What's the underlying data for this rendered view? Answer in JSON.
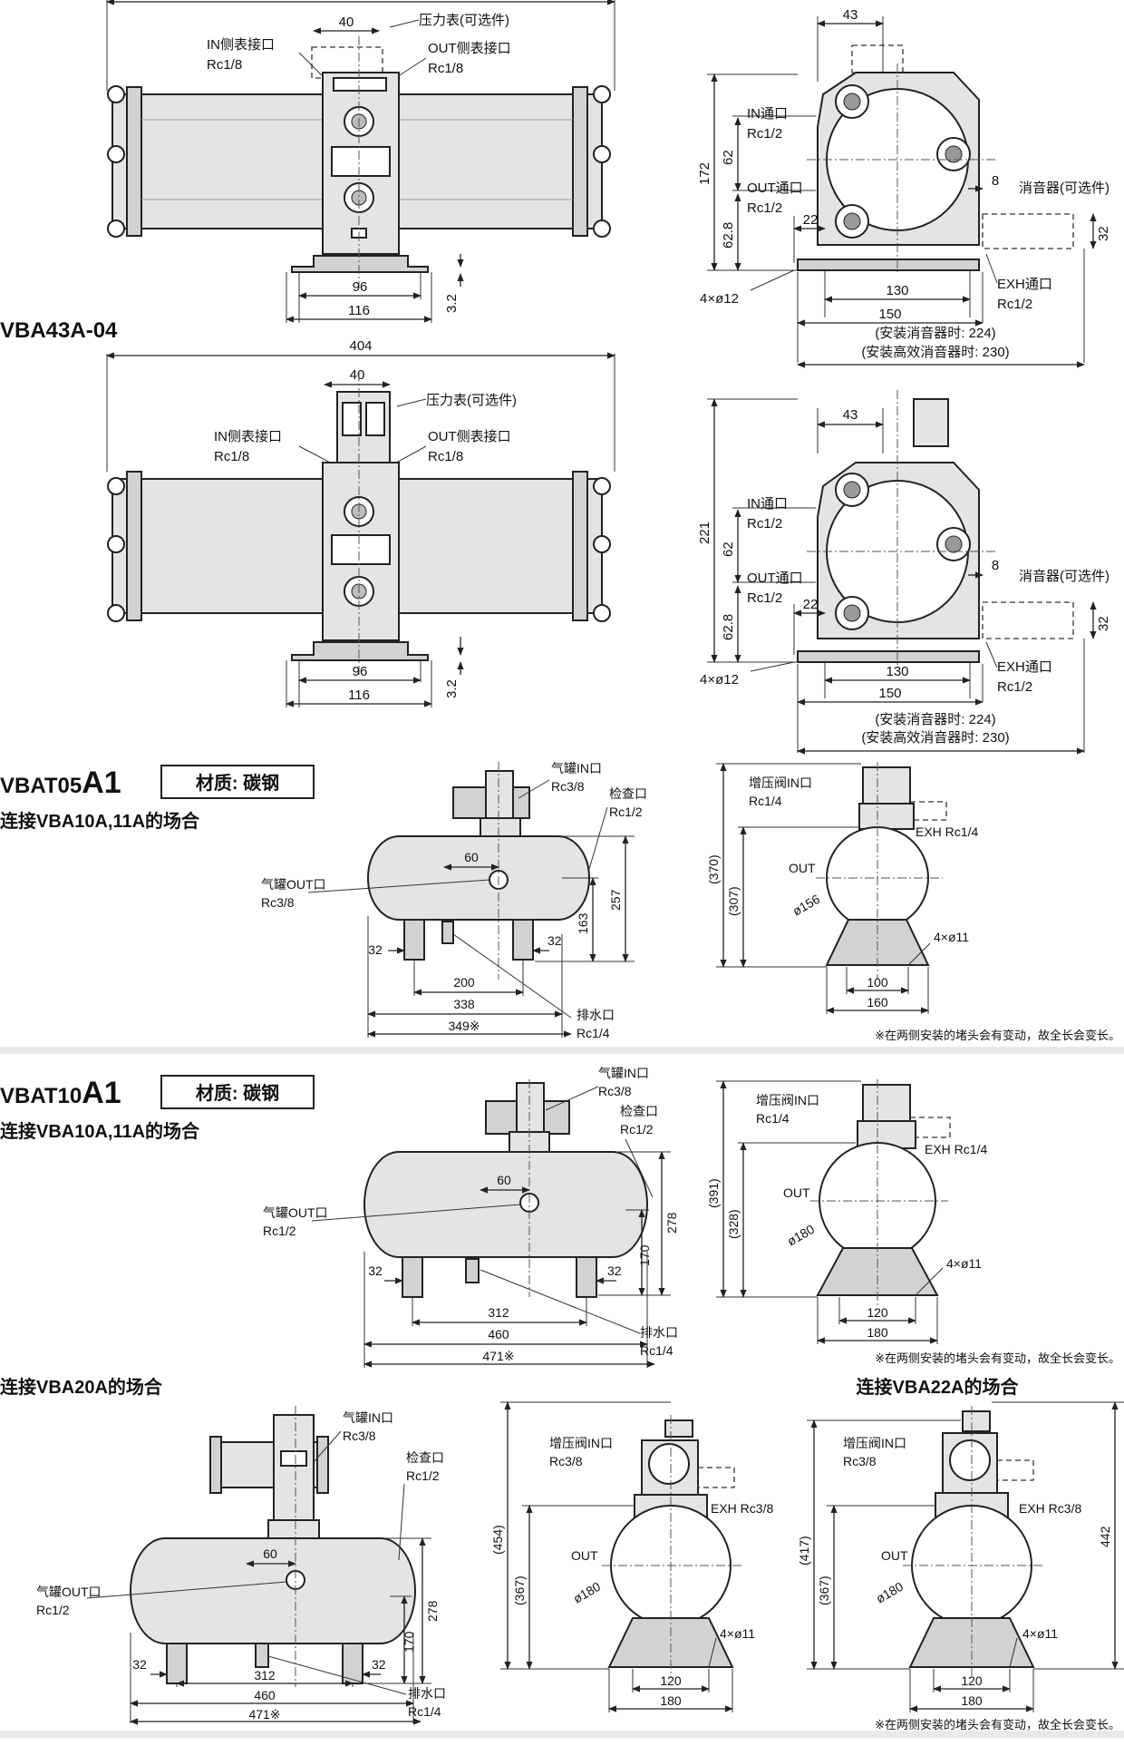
{
  "sections": {
    "vba43a": {
      "title": "VBA43A-04",
      "front": {
        "dim_top": "404",
        "dim_40": "40",
        "gauge": "压力表(可选件)",
        "in_gauge": "IN侧表接口",
        "in_gauge_sz": "Rc1/8",
        "out_gauge": "OUT侧表接口",
        "out_gauge_sz": "Rc1/8",
        "dim_96": "96",
        "dim_116": "116",
        "dim_32h": "3.2"
      },
      "side": {
        "dim_43": "43",
        "dim_221": "221",
        "dim_62": "62",
        "dim_628": "62.8",
        "dim_22": "22",
        "dim_8": "8",
        "in_port": "IN通口",
        "in_sz": "Rc1/2",
        "out_port": "OUT通口",
        "out_sz": "Rc1/2",
        "silencer": "消音器(可选件)",
        "dim_32": "32",
        "holes": "4×ø12",
        "dim_130": "130",
        "dim_150": "150",
        "exh": "EXH通口",
        "exh_sz": "Rc1/2",
        "note1": "(安装消音器时: 224)",
        "note2": "(安装高效消音器时: 230)"
      }
    },
    "top": {
      "front": {
        "dim_40": "40",
        "gauge": "压力表(可选件)",
        "in_gauge": "IN侧表接口",
        "in_gauge_sz": "Rc1/8",
        "out_gauge": "OUT侧表接口",
        "out_gauge_sz": "Rc1/8",
        "dim_96": "96",
        "dim_116": "116",
        "dim_32h": "3.2"
      },
      "side": {
        "dim_43": "43",
        "dim_172": "172",
        "dim_62": "62",
        "dim_628": "62.8",
        "dim_22": "22",
        "dim_8": "8",
        "in_port": "IN通口",
        "in_sz": "Rc1/2",
        "out_port": "OUT通口",
        "out_sz": "Rc1/2",
        "silencer": "消音器(可选件)",
        "dim_32": "32",
        "holes": "4×ø12",
        "dim_130": "130",
        "dim_150": "150",
        "exh": "EXH通口",
        "exh_sz": "Rc1/2",
        "note1": "(安装消音器时: 224)",
        "note2": "(安装高效消音器时: 230)"
      }
    },
    "vbat05": {
      "title_a": "VBAT05",
      "title_b": "A1",
      "material": "材质: 碳钢",
      "sub": "连接VBA10A,11A的场合",
      "front": {
        "tank_in": "气罐IN口",
        "tank_in_sz": "Rc3/8",
        "check": "检查口",
        "check_sz": "Rc1/2",
        "dim_60": "60",
        "tank_out": "气罐OUT口",
        "tank_out_sz": "Rc3/8",
        "dim_257": "257",
        "dim_163": "163",
        "dim_32a": "32",
        "dim_32b": "32",
        "dim_200": "200",
        "dim_338": "338",
        "dim_349": "349※",
        "drain": "排水口",
        "drain_sz": "Rc1/4"
      },
      "side": {
        "boost_in": "增压阀IN口",
        "boost_in_sz": "Rc1/4",
        "exh": "EXH  Rc1/4",
        "out": "OUT",
        "dia": "ø156",
        "dim_370": "(370)",
        "dim_307": "(307)",
        "holes": "4×ø11",
        "dim_100": "100",
        "dim_160": "160",
        "note": "※在两侧安装的堵头会有变动，故全长会变长。"
      }
    },
    "vbat10": {
      "title_a": "VBAT10",
      "title_b": "A1",
      "material": "材质: 碳钢",
      "sub": "连接VBA10A,11A的场合",
      "front": {
        "tank_in": "气罐IN口",
        "tank_in_sz": "Rc3/8",
        "check": "检查口",
        "check_sz": "Rc1/2",
        "dim_60": "60",
        "tank_out": "气罐OUT口",
        "tank_out_sz": "Rc1/2",
        "dim_278": "278",
        "dim_170": "170",
        "dim_32a": "32",
        "dim_32b": "32",
        "dim_312": "312",
        "dim_460": "460",
        "dim_471": "471※",
        "drain": "排水口",
        "drain_sz": "Rc1/4"
      },
      "side": {
        "boost_in": "增压阀IN口",
        "boost_in_sz": "Rc1/4",
        "exh": "EXH  Rc1/4",
        "out": "OUT",
        "dia": "ø180",
        "dim_391": "(391)",
        "dim_328": "(328)",
        "holes": "4×ø11",
        "dim_120": "120",
        "dim_180": "180",
        "note": "※在两侧安装的堵头会有变动，故全长会变长。"
      }
    },
    "vba20": {
      "sub": "连接VBA20A的场合",
      "front": {
        "tank_in": "气罐IN口",
        "tank_in_sz": "Rc3/8",
        "check": "检查口",
        "check_sz": "Rc1/2",
        "dim_60": "60",
        "tank_out": "气罐OUT口",
        "tank_out_sz": "Rc1/2",
        "dim_278": "278",
        "dim_170": "170",
        "dim_32a": "32",
        "dim_32b": "32",
        "dim_312": "312",
        "dim_460": "460",
        "dim_471": "471※",
        "drain": "排水口",
        "drain_sz": "Rc1/4"
      },
      "side": {
        "boost_in": "增压阀IN口",
        "boost_in_sz": "Rc3/8",
        "exh": "EXH  Rc3/8",
        "out": "OUT",
        "dia": "ø180",
        "dim_454": "(454)",
        "dim_367": "(367)",
        "holes": "4×ø11",
        "dim_120": "120",
        "dim_180": "180"
      }
    },
    "vba22": {
      "sub": "连接VBA22A的场合",
      "side": {
        "boost_in": "增压阀IN口",
        "boost_in_sz": "Rc3/8",
        "exh": "EXH  Rc3/8",
        "out": "OUT",
        "dia": "ø180",
        "dim_417": "(417)",
        "dim_367": "(367)",
        "dim_442": "442",
        "holes": "4×ø11",
        "dim_120": "120",
        "dim_180": "180",
        "note": "※在两侧安装的堵头会有变动，故全长会变长。"
      }
    }
  }
}
